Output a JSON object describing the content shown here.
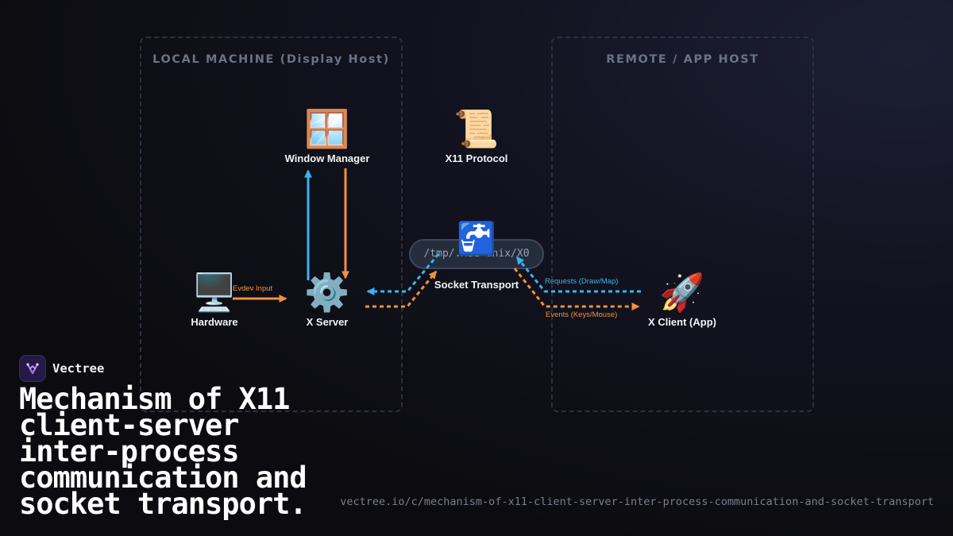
{
  "panels": {
    "local_title": "LOCAL MACHINE (Display Host)",
    "remote_title": "REMOTE / APP HOST"
  },
  "nodes": {
    "window_manager": {
      "label": "Window Manager",
      "icon": "window-icon",
      "glyph": "🪟"
    },
    "x11_protocol": {
      "label": "X11 Protocol",
      "icon": "scroll-icon",
      "glyph": "📜"
    },
    "hardware": {
      "label": "Hardware",
      "icon": "desktop-computer-icon",
      "glyph": "🖥️"
    },
    "x_server": {
      "label": "X Server",
      "icon": "gear-icon",
      "glyph": "⚙️"
    },
    "x_client": {
      "label": "X Client (App)",
      "icon": "rocket-icon",
      "glyph": "🚀"
    },
    "socket": {
      "label": "Socket Transport",
      "path": "/tmp/.X11-unix/X0",
      "icon": "faucet-icon",
      "glyph": "🚰"
    }
  },
  "edges": {
    "evdev": "Evdev Input",
    "requests": "Requests (Draw/Map)",
    "events": "Events (Keys/Mouse)"
  },
  "colors": {
    "request_blue": "#39b4ef",
    "event_orange": "#f0913e"
  },
  "brand": {
    "name": "Vectree",
    "logo_icon": "vectree-logo-icon"
  },
  "headline": "Mechanism of X11 client-server inter-process communication and socket transport.",
  "url": "vectree.io/c/mechanism-of-x11-client-server-inter-process-communication-and-socket-transport"
}
